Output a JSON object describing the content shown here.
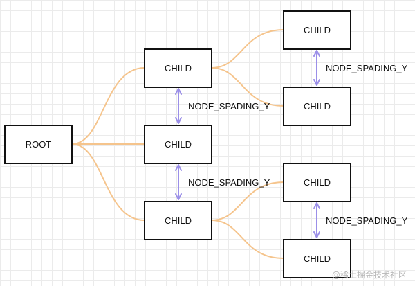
{
  "diagram": {
    "nodes": {
      "root": "ROOT",
      "child": "CHILD"
    },
    "spacing_label": "NODE_SPADING_Y",
    "colors": {
      "edge": "#f5c48c",
      "spacing_arrow": "#9b8fe8",
      "node_border": "#111111",
      "node_fill": "#ffffff"
    }
  },
  "watermark": "@稀土掘金技术社区"
}
